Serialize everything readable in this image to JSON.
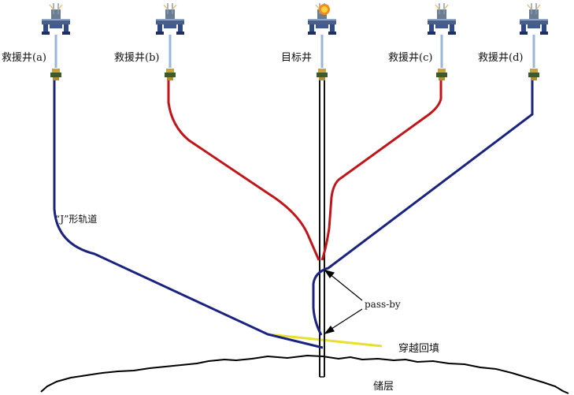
{
  "labels": {
    "well_a": "救援井(a)",
    "well_b": "救援井(b)",
    "target": "目标井",
    "well_c": "救援井(c)",
    "well_d": "救援井(d)",
    "j_track": "“J”形轨道",
    "pass_by": "pass-by",
    "cross_fill": "穿越回填",
    "reservoir": "储层"
  },
  "colors": {
    "blue_track": "#1a237e",
    "red_track": "#c0161b",
    "yellow_fill": "#e8e02a",
    "target_well": "#111111",
    "ground": "#000000"
  },
  "icons": {
    "rig": "offshore-platform-icon",
    "target_rig": "burning-platform-icon",
    "wellhead": "wellhead-icon"
  }
}
